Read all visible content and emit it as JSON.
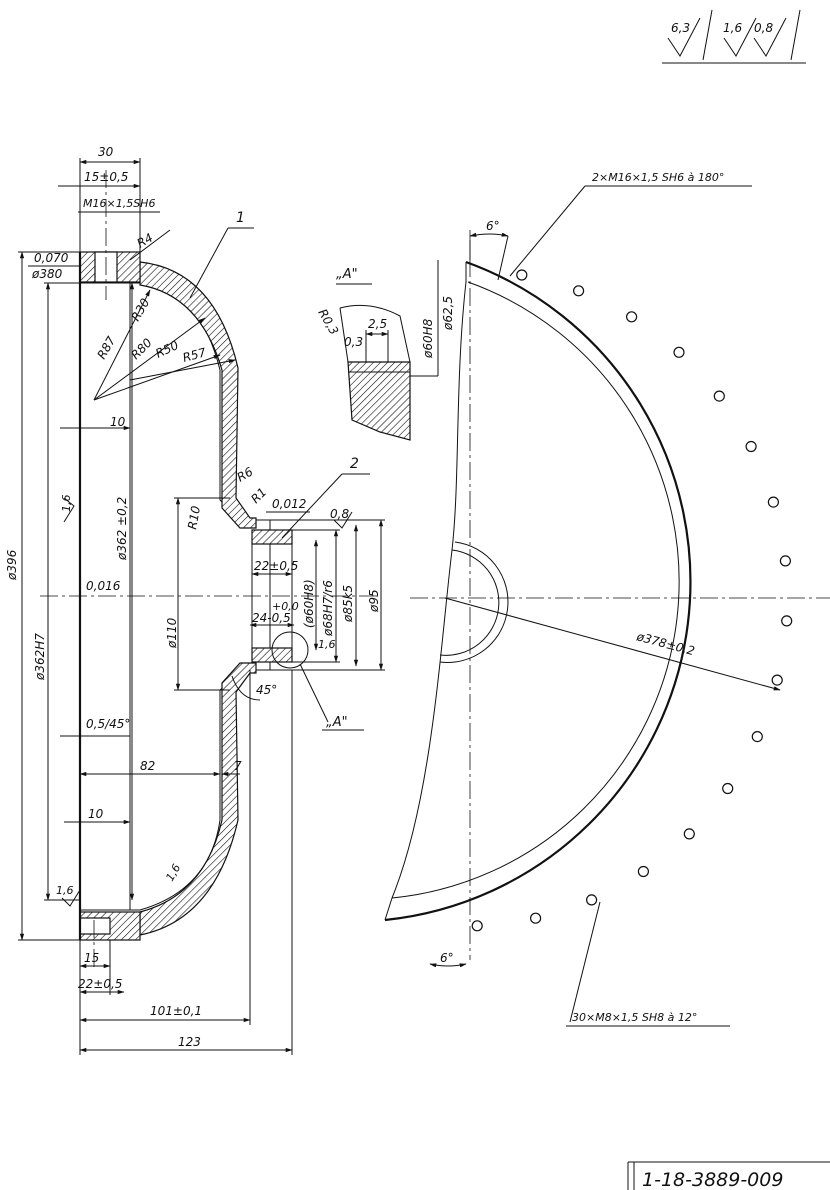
{
  "drawing_number": "1-18-3889-009",
  "surface_finish": {
    "general": "6,3",
    "callouts": [
      "1,6",
      "0,8"
    ]
  },
  "leaders": {
    "part1": "1",
    "part2": "2",
    "detail_ref": "„A\"",
    "detail_title": "„A\""
  },
  "dims": {
    "d30": "30",
    "d15_05": "15±0,5",
    "thread_top": "M16×1,5SH6",
    "r4": "R4",
    "tol_0070": "0,070",
    "d380": "ø380",
    "r30": "R30",
    "r87": "R87",
    "r80": "R80",
    "r50": "R50",
    "r57": "R57",
    "d10_top": "10",
    "d396": "ø396",
    "d362h7": "ø362H7",
    "d362_02": "ø362 ±0,2",
    "tol_0016": "0,016",
    "rough_16_left": "1,6",
    "r6": "R6",
    "r10": "R10",
    "r1": "R1",
    "tol_0012": "0,012",
    "rough_08": "0,8",
    "d22_05": "22±0,5",
    "d00": "+0,0",
    "d24": "24-0,5",
    "d60h8_paren": "(ø60H8)",
    "d68": "ø68H7/r6",
    "d85": "ø85k5",
    "d95": "ø95",
    "d110": "ø110",
    "rough_16_hub": "1,6",
    "chamfer_45": "45°",
    "chamfer_05_45": "0,5/45°",
    "d82": "82",
    "d7": "7",
    "d10_bottom": "10",
    "rough_16_bottom": "1,6",
    "rough_16_lower": "1,6",
    "d15_bottom": "15",
    "d22_05_bottom": "22±0,5",
    "d101": "101±0,1",
    "d123": "123",
    "r03": "R0,3",
    "d03": "0,3",
    "d25": "2,5",
    "d60h8": "ø60H8",
    "d625": "ø62,5",
    "angle_top": "6°",
    "angle_bottom": "6°",
    "thread_2x": "2×M16×1,5 SH6 à 180°",
    "thread_30x": "30×M8×1,5 SH8 à 12°",
    "d378": "ø378±0,2"
  }
}
